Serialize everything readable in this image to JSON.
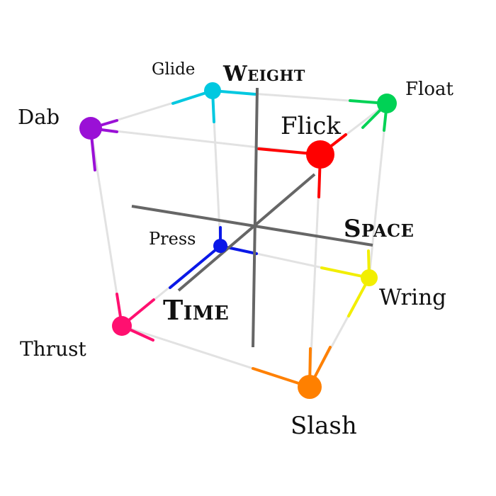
{
  "axes": {
    "weight": "Weight",
    "space": "Space",
    "time": "Time"
  },
  "nodes": [
    {
      "id": "glide",
      "label": "Glide",
      "color": "#00c8e0"
    },
    {
      "id": "float",
      "label": "Float",
      "color": "#00d255"
    },
    {
      "id": "dab",
      "label": "Dab",
      "color": "#9a10d6"
    },
    {
      "id": "flick",
      "label": "Flick",
      "color": "#ff0000"
    },
    {
      "id": "press",
      "label": "Press",
      "color": "#0a18e8"
    },
    {
      "id": "wring",
      "label": "Wring",
      "color": "#f2ee00"
    },
    {
      "id": "thrust",
      "label": "Thrust",
      "color": "#ff1070"
    },
    {
      "id": "slash",
      "label": "Slash",
      "color": "#ff8000"
    }
  ],
  "colors": {
    "axis_line": "#666666",
    "edge": "#e2e2e2"
  }
}
